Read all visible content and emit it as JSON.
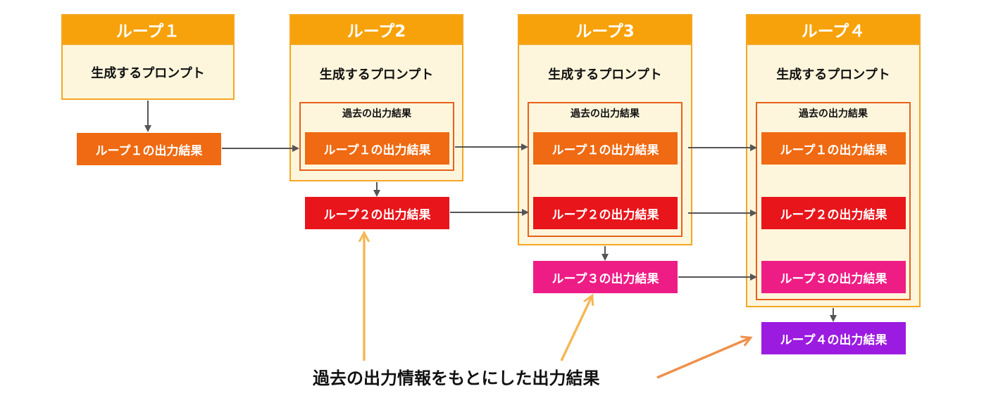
{
  "loops": [
    {
      "header": "ループ１",
      "prompt": "生成するプロンプト"
    },
    {
      "header": "ループ2",
      "prompt": "生成するプロンプト",
      "past_label": "過去の出力結果"
    },
    {
      "header": "ループ3",
      "prompt": "生成するプロンプト",
      "past_label": "過去の出力結果"
    },
    {
      "header": "ループ４",
      "prompt": "生成するプロンプト",
      "past_label": "過去の出力結果"
    }
  ],
  "results": {
    "r1": "ループ１の出力結果",
    "r2": "ループ２の出力結果",
    "r3": "ループ３の出力結果",
    "r4": "ループ４の出力結果"
  },
  "caption": "過去の出力情報をもとにした出力結果",
  "colors": {
    "header": "#f7a20a",
    "frame_bg": "#fdf6dc",
    "frame_border": "#f5a623",
    "past_border": "#e8601c",
    "result1": "#ef6a12",
    "result2": "#e8151b",
    "result3": "#ee1d86",
    "result4": "#9b1ce0",
    "arrow": "#555555",
    "highlight_arrow": "#f5b857",
    "caption_arrow": "#f0904a"
  }
}
